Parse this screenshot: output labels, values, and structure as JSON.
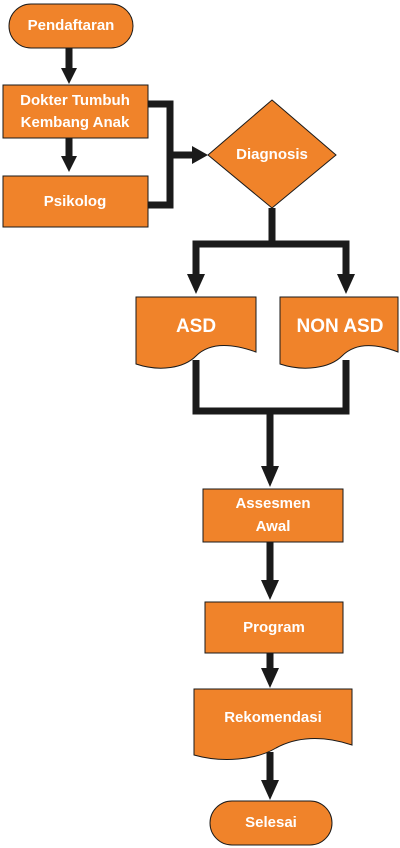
{
  "nodes": {
    "start": "Pendaftaran",
    "doctor_line1": "Dokter Tumbuh",
    "doctor_line2": "Kembang Anak",
    "psychologist": "Psikolog",
    "diagnosis": "Diagnosis",
    "asd": "ASD",
    "non_asd": "NON ASD",
    "assessment_line1": "Assesmen",
    "assessment_line2": "Awal",
    "program": "Program",
    "recommendation": "Rekomendasi",
    "end": "Selesai"
  },
  "colors": {
    "node_fill": "#f0832a",
    "node_text": "#ffffff",
    "connector": "#1a1a1a"
  }
}
